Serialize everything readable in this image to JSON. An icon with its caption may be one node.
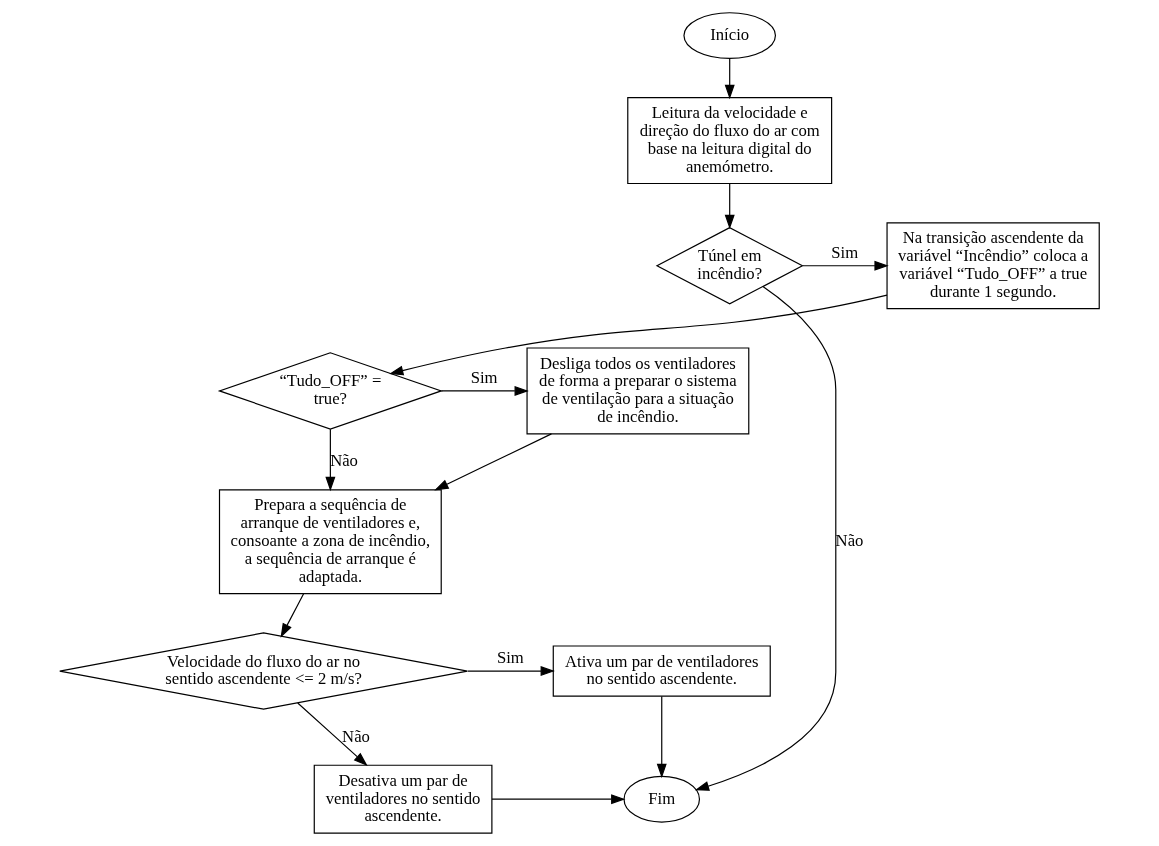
{
  "diagram": {
    "nodes": [
      {
        "text": [
          "Início"
        ]
      },
      {
        "text": [
          "Leitura da velocidade e direção do fluxo do ar com base na leitura digital do anemómetro."
        ]
      },
      {
        "text": [
          "Túnel em incêndio?"
        ]
      },
      {
        "text": [
          "Na transição ascendente da variável “Incêndio” coloca a variável “Tudo_OFF” a true durante 1 segundo."
        ]
      },
      {
        "text": [
          "“Tudo_OFF” = true?"
        ]
      },
      {
        "text": [
          "Desliga todos os ventiladores de forma a preparar o sistema de ventilação para a situação de incêndio."
        ]
      },
      {
        "text": [
          "Prepara a sequência de arranque de ventiladores e, consoante a zona de incêndio, a sequência de arranque é adaptada."
        ]
      },
      {
        "text": [
          "Velocidade do fluxo do ar no sentido ascendente <= 2 m/s?"
        ]
      },
      {
        "text": [
          "Ativa um par de ventiladores no sentido ascendente."
        ]
      },
      {
        "text": [
          "Desativa um par de ventiladores no sentido ascendente."
        ]
      },
      {
        "text": [
          "Fim"
        ]
      }
    ],
    "edges": [
      {
        "from": 0,
        "to": 1,
        "arrow": "to"
      },
      {
        "from": 1,
        "to": 2,
        "arrow": "to"
      },
      {
        "from": 2,
        "to": 3,
        "arrow": "to",
        "label": "Sim"
      },
      {
        "from": 2,
        "to": 10,
        "arrow": "to",
        "label": "Não"
      },
      {
        "from": 3,
        "to": 4,
        "arrow": "to"
      },
      {
        "from": 4,
        "to": 5,
        "arrow": "to",
        "label": "Sim"
      },
      {
        "from": 4,
        "to": 6,
        "arrow": "to",
        "label": "Não"
      },
      {
        "from": 5,
        "to": 6,
        "arrow": "to"
      },
      {
        "from": 6,
        "to": 7,
        "arrow": "to"
      },
      {
        "from": 7,
        "to": 8,
        "arrow": "to",
        "label": "Sim"
      },
      {
        "from": 7,
        "to": 9,
        "arrow": "to",
        "label": "Não"
      },
      {
        "from": 8,
        "to": 10,
        "arrow": "to"
      },
      {
        "from": 9,
        "to": 10,
        "arrow": "to"
      }
    ]
  }
}
